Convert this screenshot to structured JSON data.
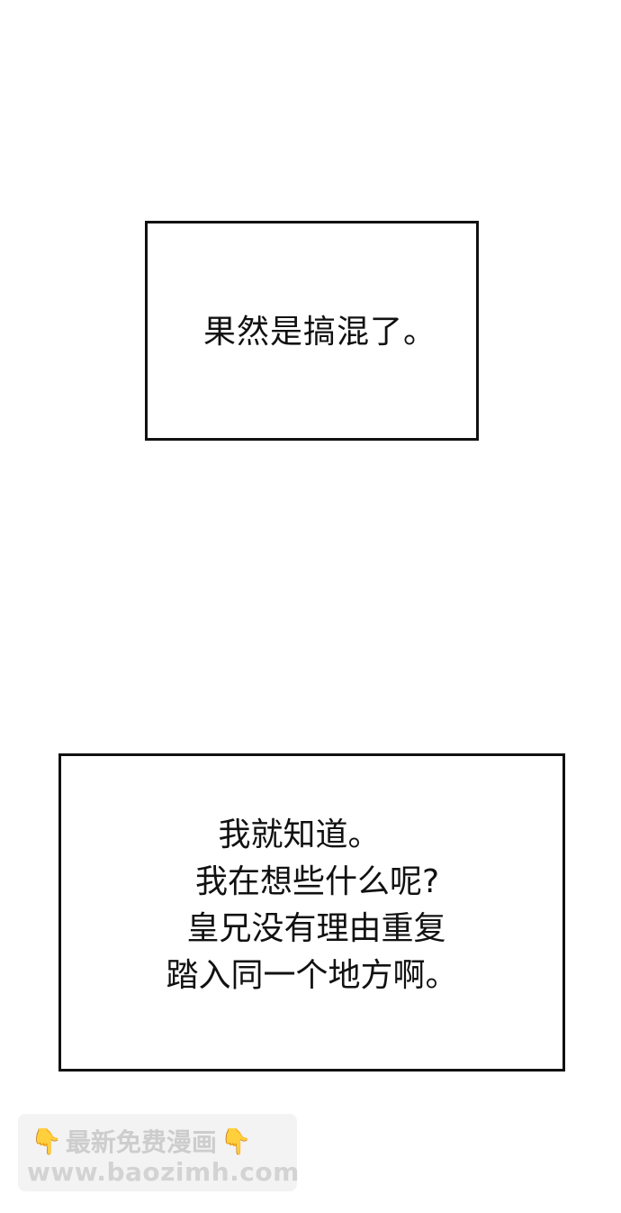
{
  "panels": [
    {
      "text": "果然是搞混了。"
    },
    {
      "lines": [
        "我就知道。",
        "我在想些什么呢?",
        "皇兄没有理由重复",
        "踏入同一个地方啊。"
      ]
    }
  ],
  "watermark": {
    "title": "最新免费漫画",
    "url": "www.baozimh.com",
    "icon": "pointing-down-hand-icon",
    "icon_color": "#f2b41c"
  }
}
